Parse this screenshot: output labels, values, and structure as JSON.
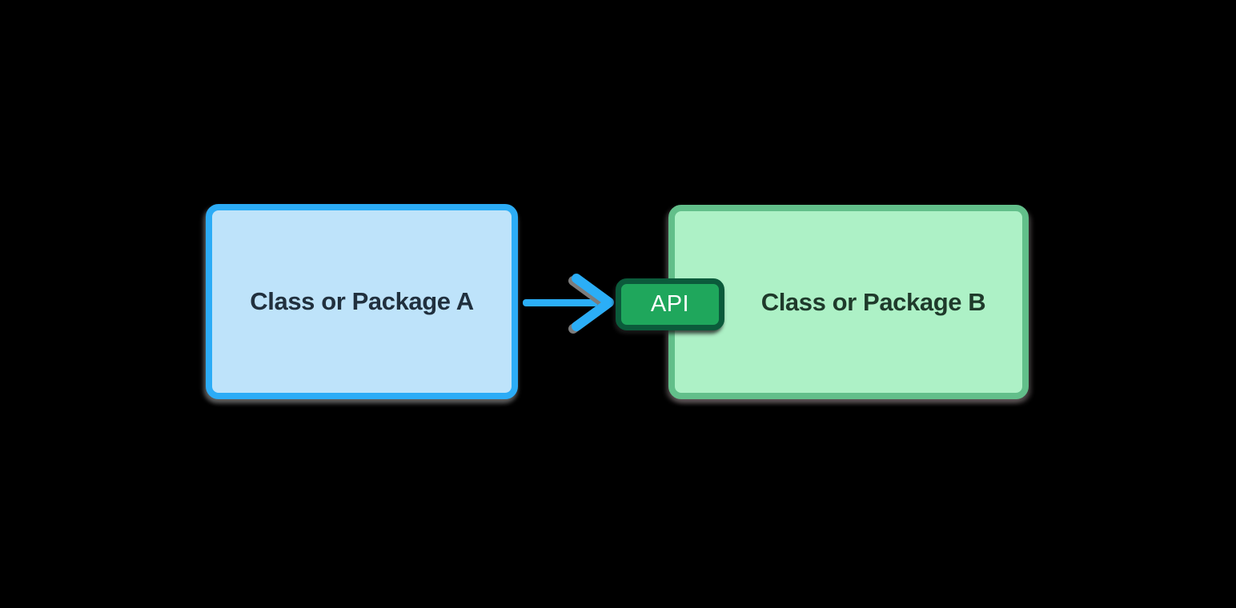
{
  "canvas": {
    "background": "#000000"
  },
  "box_a": {
    "label": "Class or Package A",
    "fill": "#BEE3FA",
    "border_color": "#2CACF6",
    "text_color": "#21303E"
  },
  "arrow": {
    "direction": "right",
    "color": "#2BAEF7",
    "shadow_color": "#7C7C7C"
  },
  "api_badge": {
    "label": "API",
    "fill": "#1FA75C",
    "border_color": "#0B5B3B",
    "text_color": "#FFFFFF"
  },
  "box_b": {
    "label": "Class or Package B",
    "fill": "#ADF1C6",
    "border_color": "#62BF8A",
    "text_color": "#1F3A2B"
  }
}
